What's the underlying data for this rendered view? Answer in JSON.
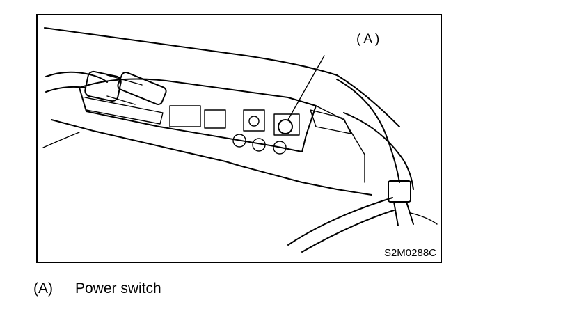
{
  "figure": {
    "callout": "(A)",
    "code": "S2M0288C"
  },
  "legend": {
    "key": "(A)",
    "label": "Power switch"
  },
  "icons": [
    "power-switch-icon",
    "cable-plug-icon"
  ]
}
